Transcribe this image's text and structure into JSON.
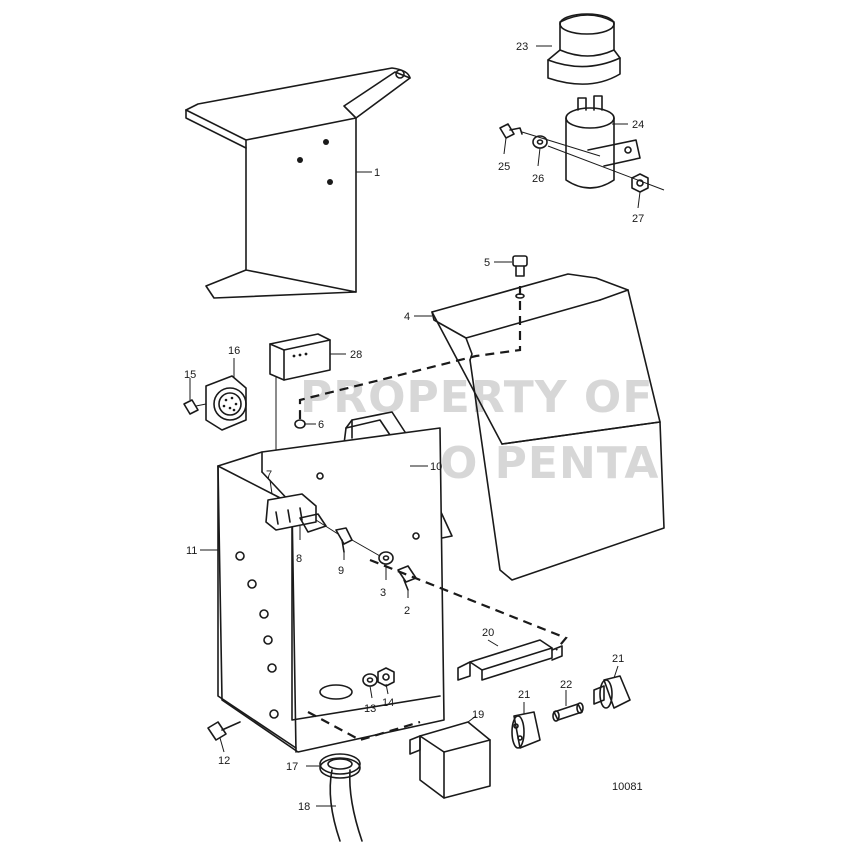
{
  "diagram": {
    "watermark": [
      "PROPERTY OF",
      "VOLVO PENTA"
    ],
    "drawing_number": "10081",
    "callouts": [
      "1",
      "2",
      "3",
      "4",
      "5",
      "6",
      "7",
      "8",
      "9",
      "10",
      "11",
      "12",
      "13",
      "14",
      "15",
      "16",
      "17",
      "18",
      "19",
      "20",
      "21",
      "21",
      "22",
      "23",
      "24",
      "25",
      "26",
      "27",
      "28"
    ]
  }
}
